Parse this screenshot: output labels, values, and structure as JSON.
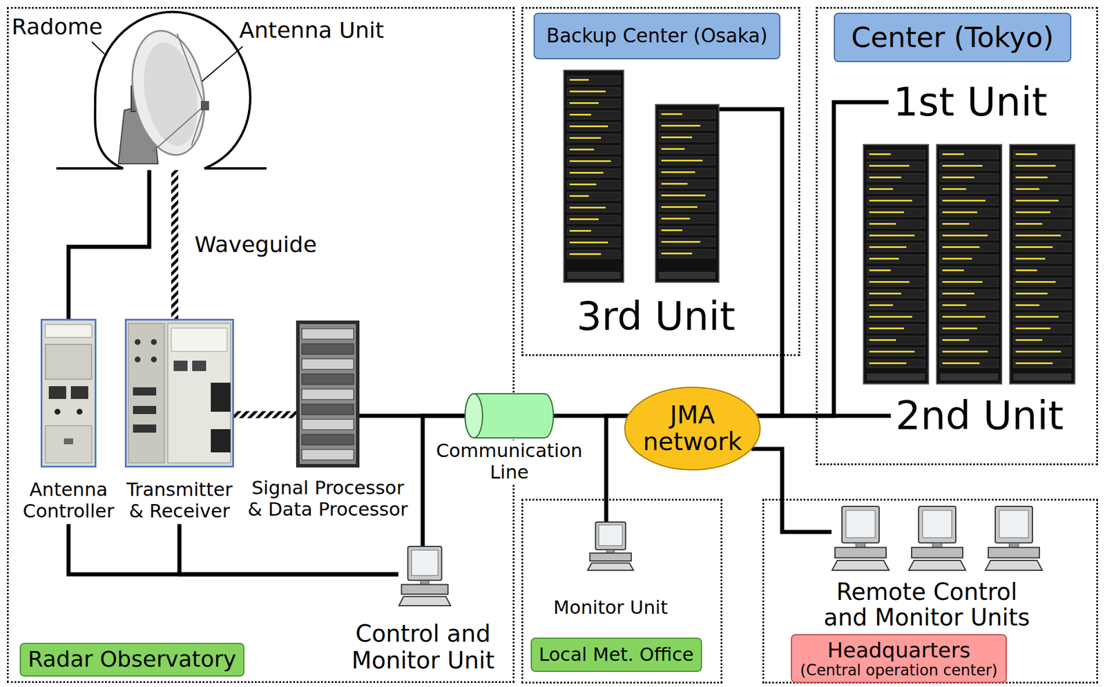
{
  "diagram": {
    "nodes": [
      {
        "text": [
          "Radar Observatory"
        ]
      },
      {
        "text": [
          "Radome",
          "Antenna Unit"
        ],
        "in": 0
      },
      {
        "text": [
          "Antenna Controller"
        ],
        "in": 0
      },
      {
        "text": [
          "Transmitter & Receiver"
        ],
        "in": 0
      },
      {
        "text": [
          "Signal Processor & Data Processor"
        ],
        "in": 0
      },
      {
        "text": [
          "Control and Monitor Unit"
        ],
        "in": 0
      },
      {
        "text": [
          "Communication Line"
        ]
      },
      {
        "text": [
          "Backup Center (Osaka)"
        ]
      },
      {
        "text": [
          "3rd Unit"
        ],
        "in": 7
      },
      {
        "text": [
          "Center (Tokyo)"
        ]
      },
      {
        "text": [
          "1st Unit"
        ],
        "in": 9
      },
      {
        "text": [
          "2nd Unit"
        ],
        "in": 9
      },
      {
        "text": [
          "JMA network"
        ]
      },
      {
        "text": [
          "Local Met. Office"
        ]
      },
      {
        "text": [
          "Monitor Unit"
        ],
        "in": 13
      },
      {
        "text": [
          "Headquarters",
          "(Central operation center)"
        ]
      },
      {
        "text": [
          "Remote Control and Monitor Units"
        ],
        "in": 15
      }
    ],
    "edges": [
      {
        "from": 1,
        "to": 2,
        "arrow": "none"
      },
      {
        "from": 1,
        "to": 3,
        "label": "Waveguide",
        "arrow": "none"
      },
      {
        "from": 3,
        "to": 4,
        "arrow": "none"
      },
      {
        "from": 4,
        "to": 6,
        "arrow": "none"
      },
      {
        "from": 2,
        "to": 5,
        "arrow": "none"
      },
      {
        "from": 3,
        "to": 5,
        "arrow": "none"
      },
      {
        "from": 5,
        "to": 6,
        "arrow": "none"
      },
      {
        "from": 6,
        "to": 12,
        "arrow": "none"
      },
      {
        "from": 14,
        "to": 12,
        "arrow": "none"
      },
      {
        "from": 12,
        "to": 8,
        "arrow": "none"
      },
      {
        "from": 12,
        "to": 10,
        "arrow": "none"
      },
      {
        "from": 12,
        "to": 11,
        "arrow": "none"
      },
      {
        "from": 12,
        "to": 16,
        "arrow": "none"
      }
    ]
  }
}
